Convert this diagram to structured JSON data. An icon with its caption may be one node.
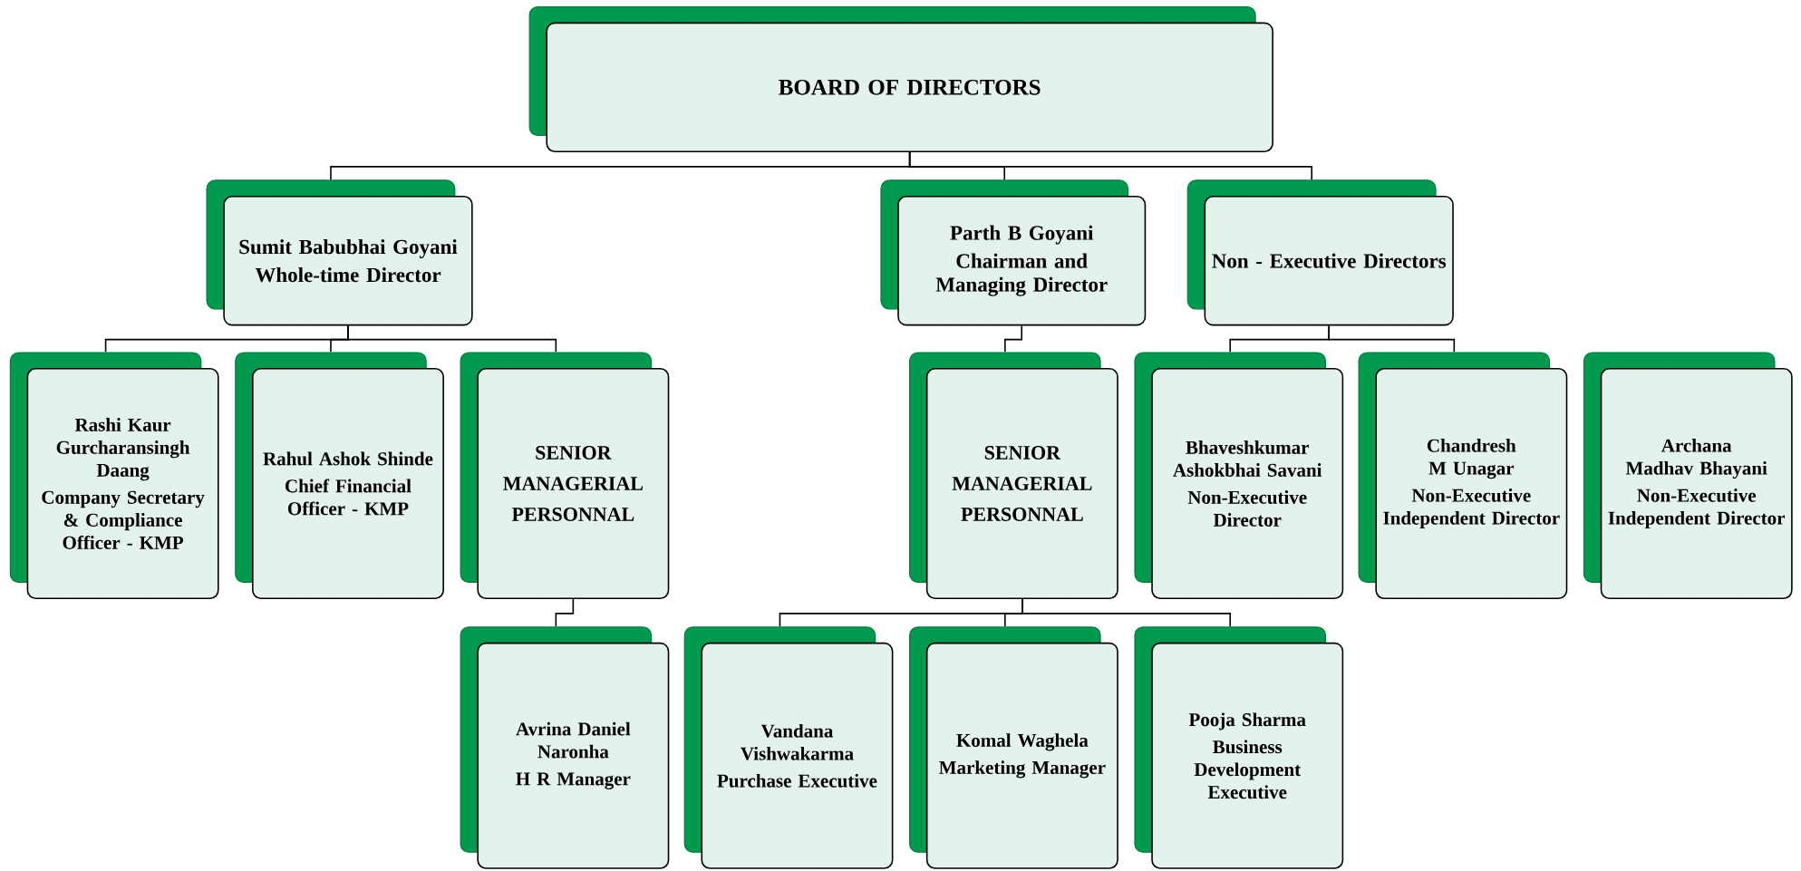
{
  "diagram": {
    "nodes": [
      {
        "text": [
          "BOARD OF DIRECTORS"
        ]
      },
      {
        "text": [
          "Sumit Babubhai Goyani",
          "Whole-time Director"
        ]
      },
      {
        "text": [
          "Parth B Goyani",
          "Chairman and Managing Director"
        ]
      },
      {
        "text": [
          "Non - Executive Directors"
        ]
      },
      {
        "text": [
          "Rashi Kaur Gurcharansingh Daang",
          "Company Secretary & Compliance Officer - KMP"
        ]
      },
      {
        "text": [
          "Rahul Ashok Shinde",
          "Chief Financial Officer - KMP"
        ]
      },
      {
        "text": [
          "SENIOR MANAGERIAL PERSONNAL"
        ]
      },
      {
        "text": [
          "SENIOR MANAGERIAL PERSONNAL"
        ]
      },
      {
        "text": [
          "Bhaveshkumar Ashokbhai Savani",
          "Non-Executive Director"
        ]
      },
      {
        "text": [
          "Chandresh M Unagar",
          "Non-Executive Independent Director"
        ]
      },
      {
        "text": [
          "Archana Madhav Bhayani",
          "Non-Executive Independent Director"
        ]
      },
      {
        "text": [
          "Avrina Daniel Naronha",
          "H R Manager"
        ]
      },
      {
        "text": [
          "Vandana Vishwakarma",
          "Purchase Executive"
        ]
      },
      {
        "text": [
          "Komal Waghela",
          "Marketing Manager"
        ]
      },
      {
        "text": [
          "Pooja Sharma",
          "Business Development Executive"
        ]
      }
    ],
    "edges": [
      {
        "from": 0,
        "to": 1,
        "arrow": "none"
      },
      {
        "from": 0,
        "to": 2,
        "arrow": "none"
      },
      {
        "from": 0,
        "to": 3,
        "arrow": "none"
      },
      {
        "from": 1,
        "to": 4,
        "arrow": "none"
      },
      {
        "from": 1,
        "to": 5,
        "arrow": "none"
      },
      {
        "from": 1,
        "to": 6,
        "arrow": "none"
      },
      {
        "from": 6,
        "to": 11,
        "arrow": "none"
      },
      {
        "from": 2,
        "to": 7,
        "arrow": "none"
      },
      {
        "from": 3,
        "to": 8,
        "arrow": "none"
      },
      {
        "from": 3,
        "to": 9,
        "arrow": "none"
      },
      {
        "from": 7,
        "to": 12,
        "arrow": "none"
      },
      {
        "from": 7,
        "to": 13,
        "arrow": "none"
      },
      {
        "from": 7,
        "to": 14,
        "arrow": "none"
      }
    ]
  }
}
